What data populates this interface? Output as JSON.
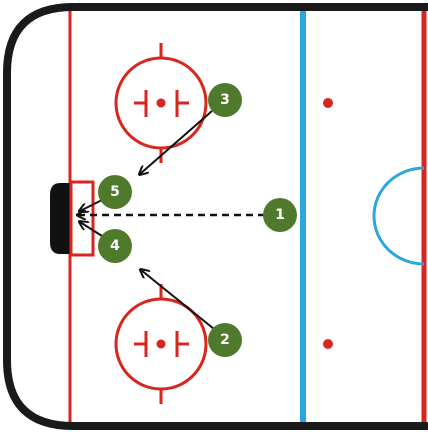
{
  "diagram": {
    "colors": {
      "board": "#1a1a1a",
      "ice": "#ffffff",
      "red_line": "#d7261e",
      "blue_line": "#2aa7e0",
      "player_fill": "#4f7a2b",
      "player_text": "#ffffff",
      "pass_arrow": "#111111",
      "net": "#111111"
    },
    "players": [
      {
        "label": "1"
      },
      {
        "label": "2"
      },
      {
        "label": "3"
      },
      {
        "label": "4"
      },
      {
        "label": "5"
      }
    ]
  }
}
